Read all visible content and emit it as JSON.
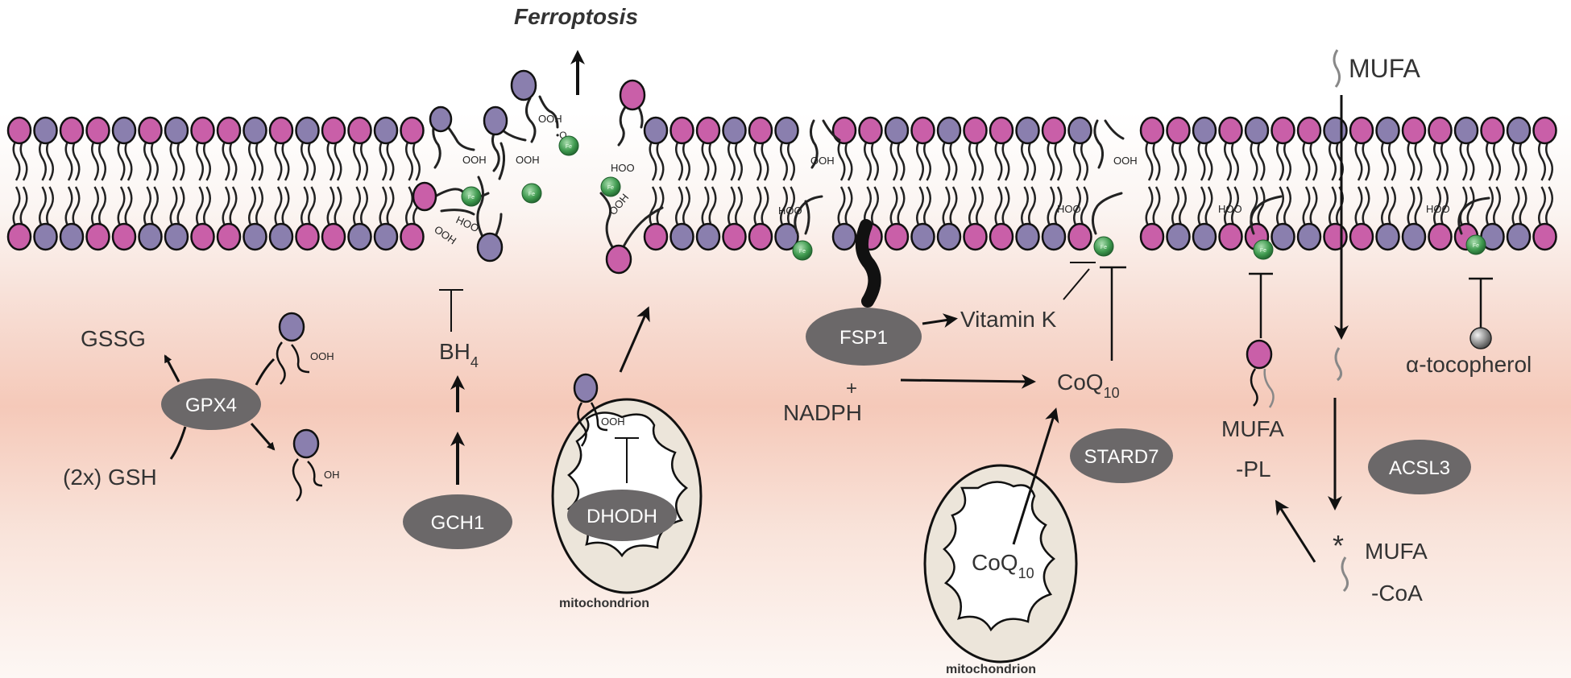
{
  "title": "Ferroptosis",
  "labels": {
    "gssg": "GSSG",
    "gsh": "(2x) GSH",
    "bh4_main": "BH",
    "bh4_sub": "4",
    "vitamin_k": "Vitamin K",
    "plus": "+",
    "nadph": "NADPH",
    "coq10_main": "CoQ",
    "coq10_sub": "10",
    "mito_coq_main": "CoQ",
    "mito_coq_sub": "10",
    "mufa": "MUFA",
    "mufa_pl_1": "MUFA",
    "mufa_pl_2": "-PL",
    "mufa_coa_1": "MUFA",
    "mufa_coa_2": "-CoA",
    "asterisk": "*",
    "tocopherol": "α-tocopherol",
    "mito_1": "mitochondrion",
    "mito_2": "mitochondrion"
  },
  "enzymes": {
    "gpx4": "GPX4",
    "gch1": "GCH1",
    "dhodh": "DHODH",
    "fsp1": "FSP1",
    "stard7": "STARD7",
    "acsl3": "ACSL3"
  },
  "lipid_tags": {
    "ooh": "OOH",
    "hoo": "HOO",
    "oh": "OH",
    "o_radical": "•O",
    "fe": "Fe"
  },
  "colors": {
    "pink_head": "#c95fa8",
    "purple_head": "#8a7fae",
    "enzyme": "#6b6869",
    "mito_fill": "#ece5da",
    "iron": "#3f9a4f",
    "gradient_mid": "#f5c3b3"
  }
}
